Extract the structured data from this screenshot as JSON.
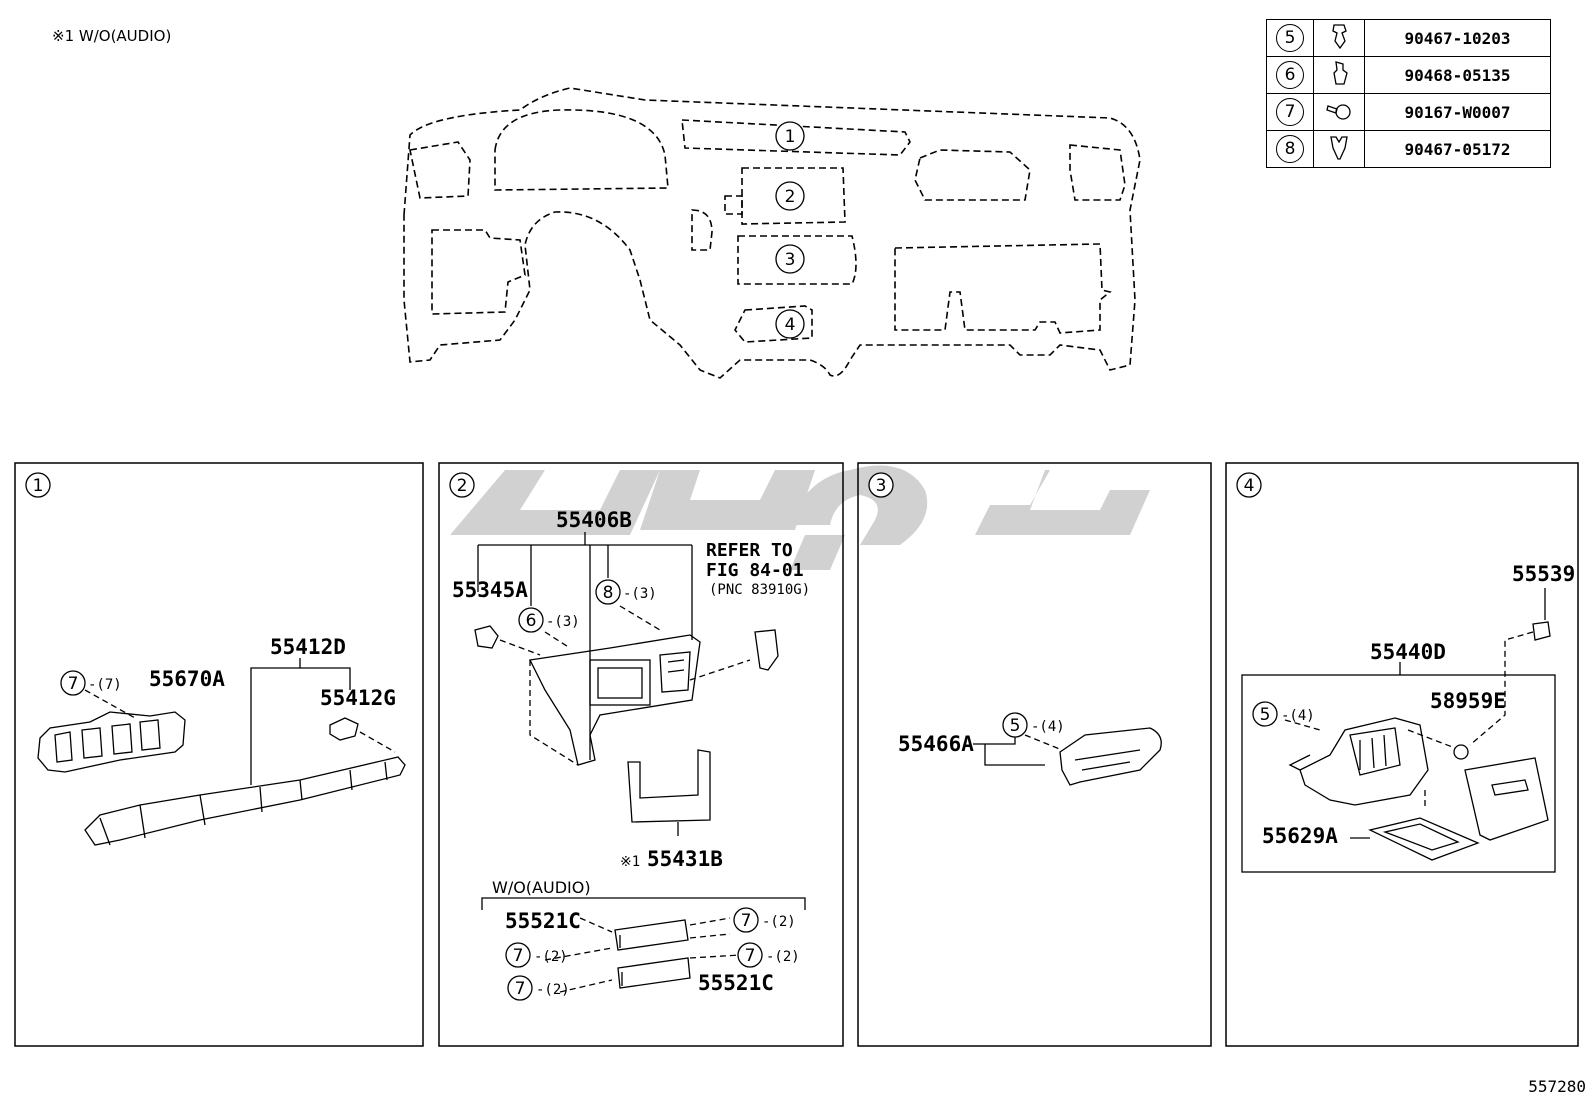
{
  "note": "※1 W/O(AUDIO)",
  "diagram_number": "557280",
  "legend": [
    {
      "num": "5",
      "icon": "clip-icon",
      "part": "90467-10203"
    },
    {
      "num": "6",
      "icon": "clip-icon",
      "part": "90468-05135"
    },
    {
      "num": "7",
      "icon": "screw-icon",
      "part": "90167-W0007"
    },
    {
      "num": "8",
      "icon": "clip-icon",
      "part": "90467-05172"
    }
  ],
  "overview": {
    "areas": [
      "1",
      "2",
      "3",
      "4"
    ]
  },
  "panel1": {
    "num": "1",
    "c7": "7",
    "q7": "-(7)",
    "p55670A": "55670A",
    "p55412D": "55412D",
    "p55412G": "55412G"
  },
  "panel2": {
    "num": "2",
    "p55406B": "55406B",
    "p55345A": "55345A",
    "c6": "6",
    "q6": "-(3)",
    "c8": "8",
    "q8": "-(3)",
    "refer1": "REFER TO",
    "refer2": "FIG 84-01",
    "refer3": "(PNC 83910G)",
    "mark": "※1",
    "p55431B": "55431B",
    "wo_audio": "W/O(AUDIO)",
    "p55521C_a": "55521C",
    "p55521C_b": "55521C",
    "c7": "7",
    "q2": "-(2)"
  },
  "panel3": {
    "num": "3",
    "c5": "5",
    "q4": "-(4)",
    "p55466A": "55466A"
  },
  "panel4": {
    "num": "4",
    "p55539": "55539",
    "p55440D": "55440D",
    "c5": "5",
    "q4": "-(4)",
    "p58959E": "58959E",
    "p55629A": "55629A"
  }
}
